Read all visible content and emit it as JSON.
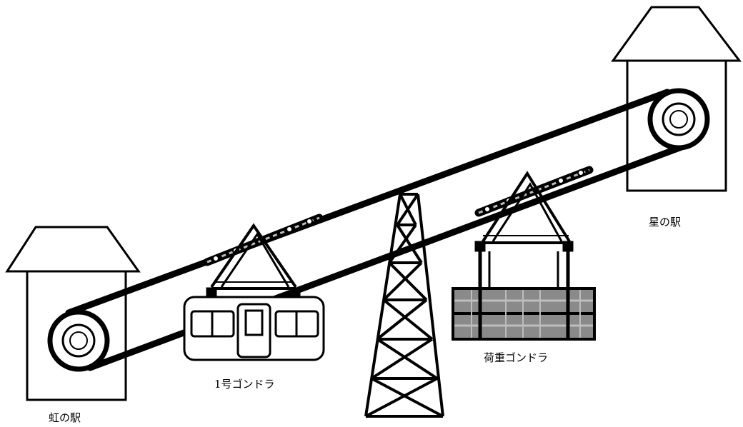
{
  "labels": {
    "station_left": "虹の駅",
    "station_right": "星の駅",
    "gondola_passenger": "1号ゴンドラ",
    "gondola_cargo": "荷重ゴンドラ"
  },
  "colors": {
    "line": "#000000",
    "background": "#ffffff",
    "cargo_gray": "#8a8a8a",
    "cargo_light": "#bdbdbd"
  }
}
